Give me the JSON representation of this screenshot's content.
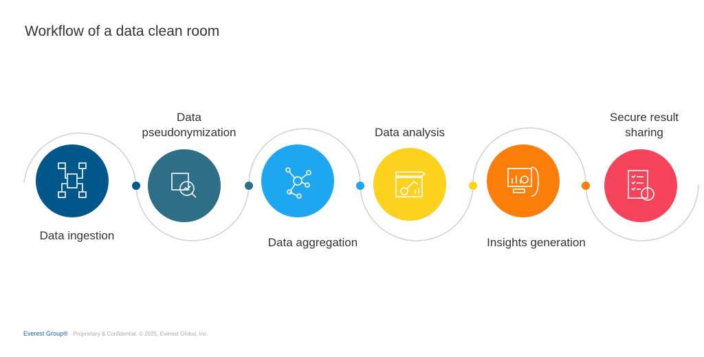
{
  "title": "Workflow of a data clean room",
  "steps": [
    {
      "label": "Data ingestion",
      "color": "#02578a",
      "icon": "data-network-icon"
    },
    {
      "label": "Data pseudonymization",
      "color": "#2e6f87",
      "icon": "chip-magnifier-icon"
    },
    {
      "label": "Data aggregation",
      "color": "#1ea7f0",
      "icon": "node-graph-icon"
    },
    {
      "label": "Data analysis",
      "color": "#fdd21e",
      "icon": "robot-arm-chart-icon"
    },
    {
      "label": "Insights generation",
      "color": "#fb7d0a",
      "icon": "dashboard-gear-icon"
    },
    {
      "label": "Secure result sharing",
      "color": "#f4435a",
      "icon": "checklist-bug-icon"
    }
  ],
  "footer": {
    "logo": "Everest Group®",
    "text": "Proprietary & Confidential. © 2025, Everest Global, Inc."
  }
}
